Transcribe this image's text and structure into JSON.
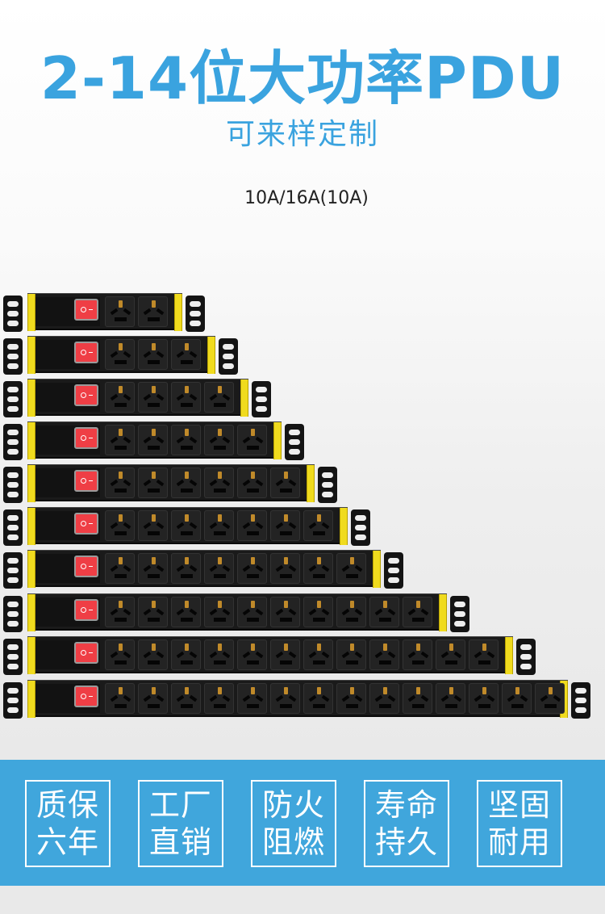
{
  "header": {
    "title": "2-14位大功率PDU",
    "subtitle": "可来样定制",
    "rating": "10A/16A(10A)"
  },
  "products": {
    "strip_socket_counts": [
      2,
      3,
      4,
      5,
      6,
      7,
      8,
      10,
      12,
      14
    ],
    "switch_color": "#ef3e45",
    "endcap_color": "#f0db1e",
    "body_color": "#1a1a1a"
  },
  "features": [
    {
      "line1": "质保",
      "line2": "六年"
    },
    {
      "line1": "工厂",
      "line2": "直销"
    },
    {
      "line1": "防火",
      "line2": "阻燃"
    },
    {
      "line1": "寿命",
      "line2": "持久"
    },
    {
      "line1": "坚固",
      "line2": "耐用"
    }
  ],
  "colors": {
    "accent": "#3aa3df",
    "features_bg": "#40a6dc"
  }
}
